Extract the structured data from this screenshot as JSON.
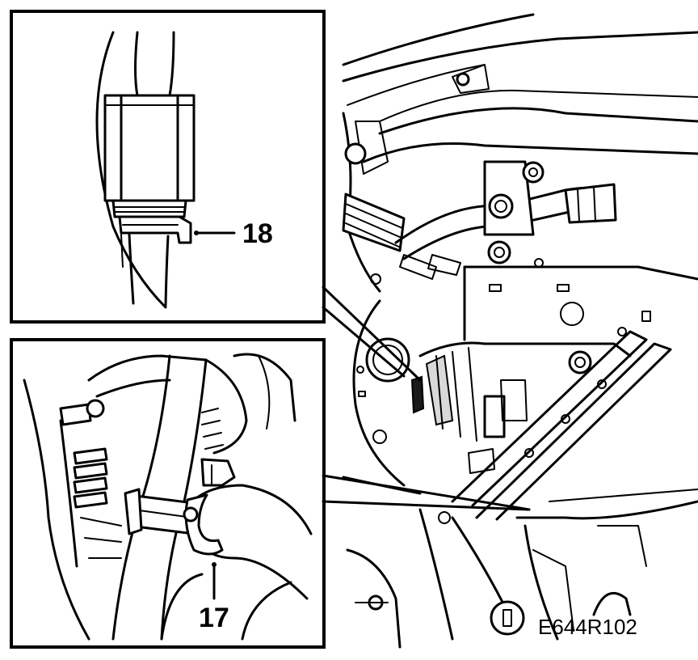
{
  "figure": {
    "callouts": {
      "part_18": "18",
      "part_17": "17"
    },
    "figure_code": "E644R102"
  }
}
